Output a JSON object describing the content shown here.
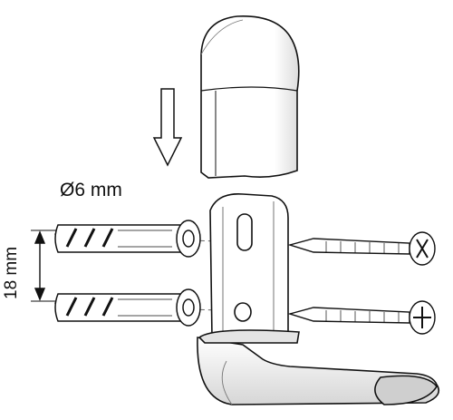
{
  "labels": {
    "diameter": "Ø6 mm",
    "spacing": "18 mm"
  },
  "colors": {
    "stroke": "#111111",
    "fill": "#ffffff",
    "shade": "#e8e8e8",
    "dark_shade": "#c9c9c9"
  },
  "parts": [
    "cover-cap",
    "down-arrow",
    "wall-plug-top",
    "wall-plug-bottom",
    "bracket-hook",
    "screw-top",
    "screw-bottom",
    "dimension-line"
  ]
}
